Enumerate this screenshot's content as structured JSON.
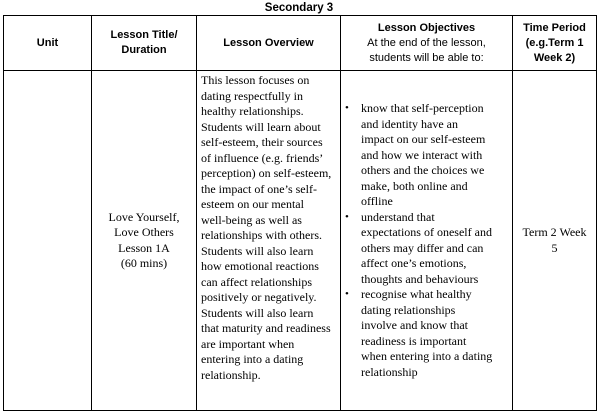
{
  "caption": "Secondary 3",
  "headers": {
    "unit": "Unit",
    "title_line1": "Lesson Title/",
    "title_line2": "Duration",
    "overview": "Lesson Overview",
    "objectives_line1": "Lesson Objectives",
    "objectives_line2": "At the end of the lesson,",
    "objectives_line3": "students will be able to:",
    "period_line1": "Time Period",
    "period_line2": "(e.g.Term 1",
    "period_line3": "Week 2)"
  },
  "row": {
    "unit": "",
    "title_lines": [
      "Love Yourself,",
      "Love Others",
      "Lesson 1A",
      "(60 mins)"
    ],
    "overview_lines": [
      "This lesson focuses on",
      "dating respectfully in",
      "healthy relationships.",
      "Students will learn about",
      "self-esteem, their sources",
      "of influence (e.g. friends’",
      "perception) on self-esteem,",
      "the impact of one’s self-",
      "esteem on our mental",
      "well-being as well as",
      "relationships with others.",
      "Students will also learn",
      "how emotional reactions",
      "can affect relationships",
      "positively or negatively.",
      "Students will also learn",
      "that maturity and readiness",
      "are important when",
      "entering into a dating",
      "relationship."
    ],
    "objectives": [
      {
        "bullet": "•",
        "lines": [
          "know that self-perception",
          "and identity have an",
          "impact on our self-esteem",
          "and how we interact with",
          "others and the choices we",
          "make, both online and",
          "offline"
        ]
      },
      {
        "bullet": "•",
        "lines": [
          "understand that",
          "expectations of oneself and",
          "others may differ and can",
          "affect one’s emotions,",
          "thoughts and behaviours"
        ]
      },
      {
        "bullet": "•",
        "lines": [
          "recognise what healthy",
          "dating relationships",
          "involve and know that",
          "readiness is important",
          "when entering into a dating",
          "relationship"
        ]
      }
    ],
    "period_line1": "Term 2 Week",
    "period_line2": "5"
  }
}
